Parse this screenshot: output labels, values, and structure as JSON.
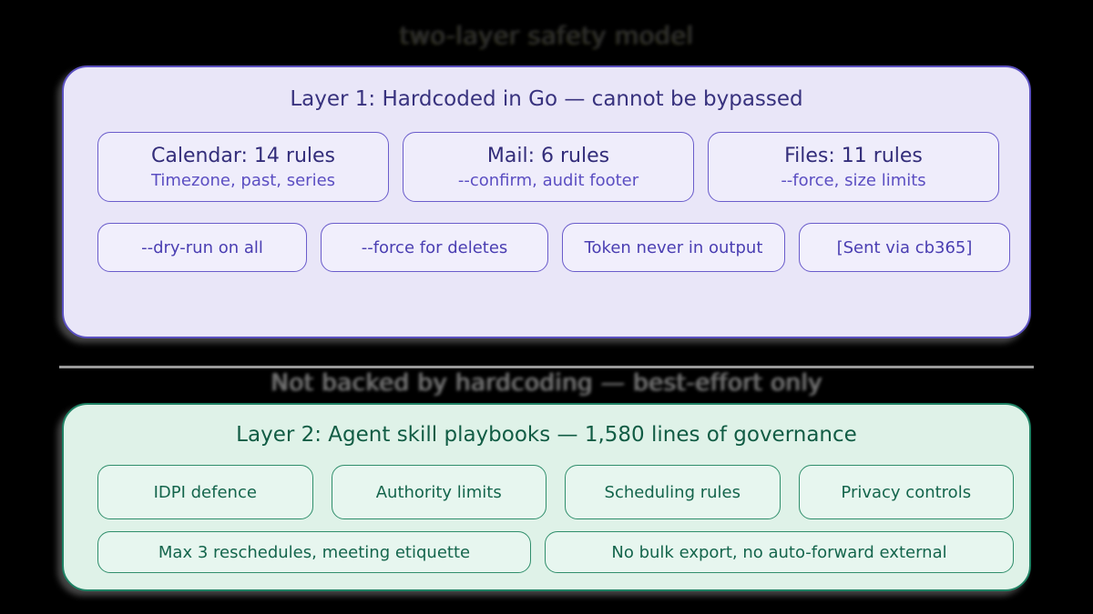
{
  "page": {
    "title_garbled": "two-layer safety model"
  },
  "divider": {
    "caption_garbled": "Not backed by hardcoding — best-effort only"
  },
  "layer1": {
    "header": "Layer 1: Hardcoded in Go — cannot be bypassed",
    "rule_boxes": [
      {
        "title": "Calendar: 14 rules",
        "subtitle": "Timezone, past, series"
      },
      {
        "title": "Mail: 6 rules",
        "subtitle": "--confirm, audit footer"
      },
      {
        "title": "Files: 11 rules",
        "subtitle": "--force, size limits"
      }
    ],
    "pills": [
      "--dry-run on all",
      "--force for deletes",
      "Token never in output",
      "[Sent via cb365]"
    ]
  },
  "layer2": {
    "header": "Layer 2: Agent skill playbooks — 1,580 lines of governance",
    "boxes_row1": [
      "IDPI defence",
      "Authority limits",
      "Scheduling rules",
      "Privacy controls"
    ],
    "boxes_row2": [
      "Max 3 reschedules, meeting etiquette",
      "No bulk export, no auto-forward external"
    ]
  },
  "colors": {
    "background": "#000000",
    "layer1_fill": "#e9e6f8",
    "layer1_border": "#5a4fbf",
    "layer1_text": "#38327e",
    "layer1_subtext": "#5b4ec2",
    "layer2_fill": "#dff2e8",
    "layer2_border": "#1e8163",
    "layer2_text": "#115c44",
    "divider_gray": "#9a9a9a"
  }
}
